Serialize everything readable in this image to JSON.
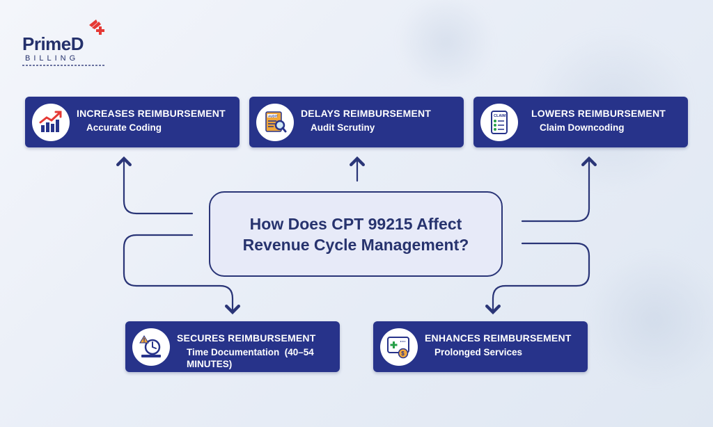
{
  "logo": {
    "word": "PrimeD",
    "sub": "BILLING"
  },
  "center": {
    "line1": "How Does CPT 99215 Affect",
    "line2": "Revenue Cycle Management?"
  },
  "cards": [
    {
      "title": "INCREASES REIMBURSEMENT",
      "sub": "Accurate Coding",
      "icon": "growth-chart-icon"
    },
    {
      "title": "DELAYS REIMBURSEMENT",
      "sub": "Audit Scrutiny",
      "icon": "audit-icon"
    },
    {
      "title": "LOWERS REIMBURSEMENT",
      "sub": "Claim Downcoding",
      "icon": "claim-icon"
    },
    {
      "title": "SECURES REIMBURSEMENT",
      "sub": "Time Documentation  (40–54 MINUTES)",
      "icon": "stopwatch-icon"
    },
    {
      "title": "ENHANCES REIMBURSEMENT",
      "sub": "Prolonged Services",
      "icon": "medical-payment-icon"
    }
  ],
  "colors": {
    "card": "#27338a",
    "center_border": "#2a3577",
    "center_fill": "#e7eaf8",
    "connector": "#2a3577",
    "accent_red": "#e53935"
  }
}
